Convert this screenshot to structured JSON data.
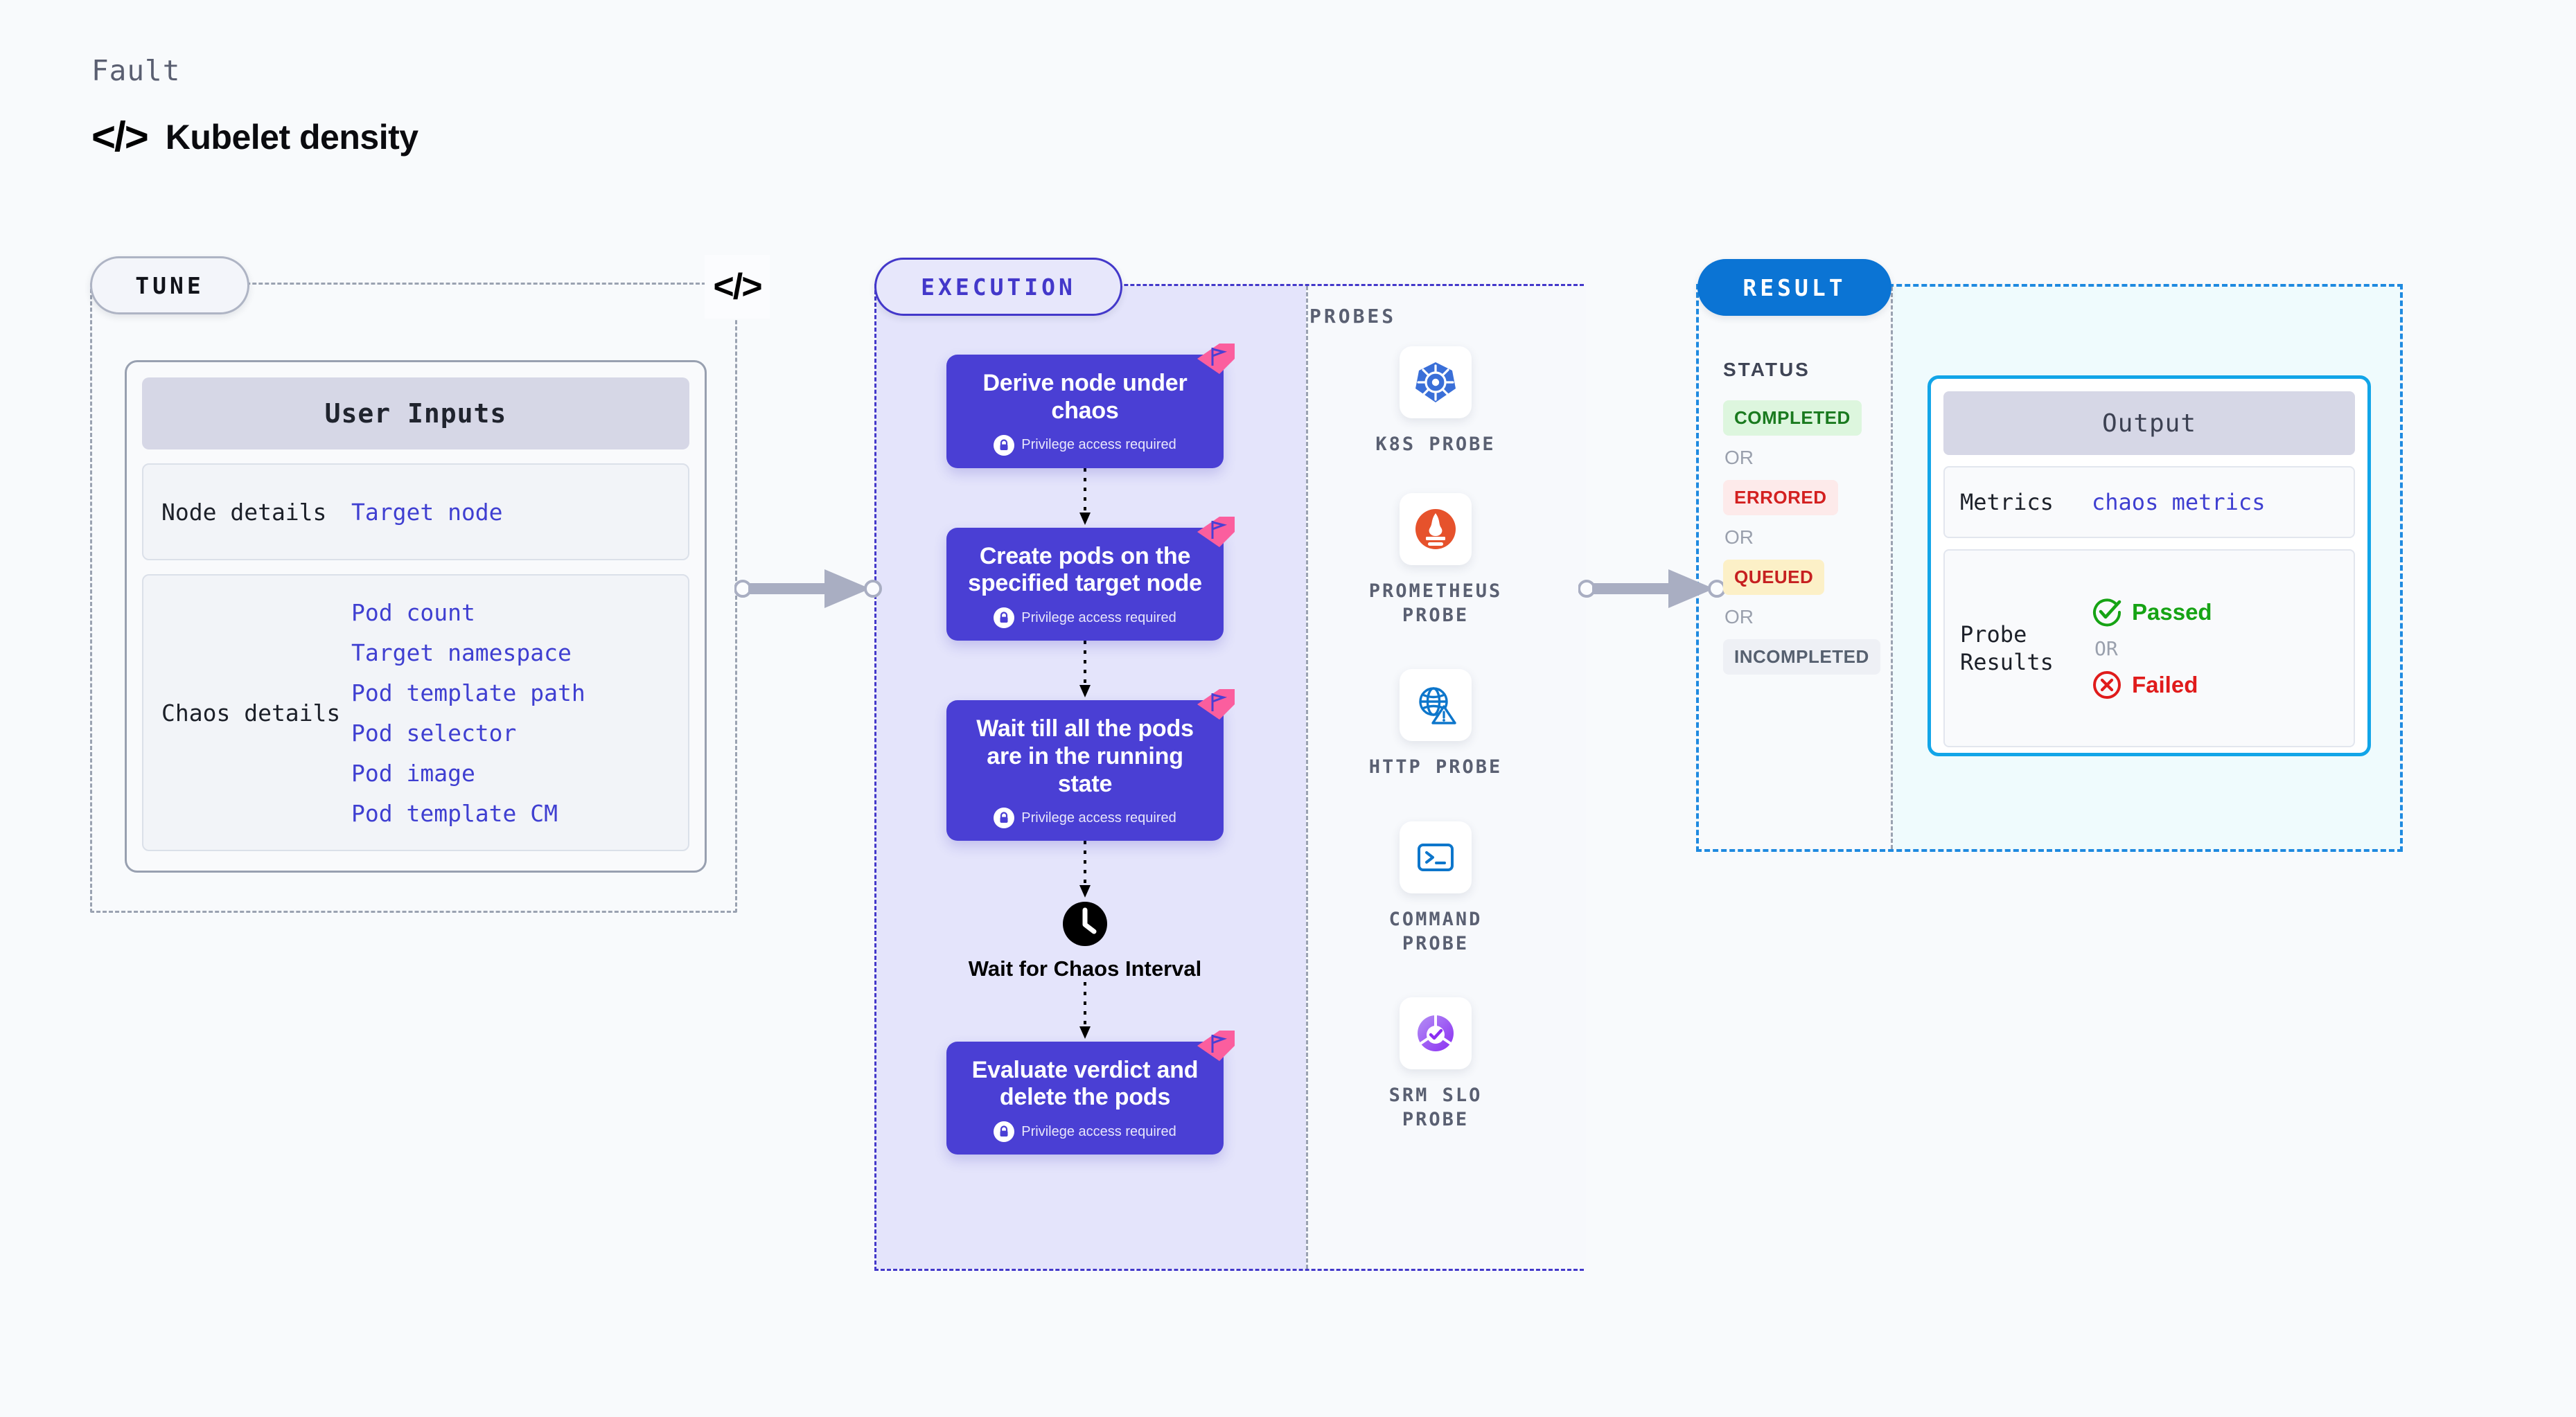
{
  "header": {
    "eyebrow": "Fault",
    "code_icon": "</>",
    "title": "Kubelet density"
  },
  "tune": {
    "pill_label": "TUNE",
    "code_icon": "</>",
    "card_title": "User Inputs",
    "rows": [
      {
        "label": "Node details",
        "values": [
          "Target node"
        ]
      },
      {
        "label": "Chaos details",
        "values": [
          "Pod count",
          "Target namespace",
          "Pod template path",
          "Pod selector",
          "Pod image",
          "Pod template CM"
        ]
      }
    ]
  },
  "execution": {
    "pill_label": "EXECUTION",
    "privilege_note": "Privilege access required",
    "nodes": [
      {
        "title": "Derive node under chaos",
        "privileged": true
      },
      {
        "title": "Create pods on the specified target node",
        "privileged": true
      },
      {
        "title": "Wait till all the pods are in the running state",
        "privileged": true
      }
    ],
    "wait_step": {
      "label": "Wait for Chaos Interval",
      "icon": "clock-icon"
    },
    "final_node": {
      "title": "Evaluate verdict and delete the pods",
      "privileged": true
    }
  },
  "probes": {
    "section_label": "PROBES",
    "items": [
      {
        "name": "K8S PROBE",
        "icon": "kubernetes-icon"
      },
      {
        "name": "PROMETHEUS PROBE",
        "icon": "prometheus-icon"
      },
      {
        "name": "HTTP PROBE",
        "icon": "globe-warning-icon"
      },
      {
        "name": "COMMAND PROBE",
        "icon": "terminal-icon"
      },
      {
        "name": "SRM SLO PROBE",
        "icon": "slo-donut-icon"
      }
    ]
  },
  "result": {
    "pill_label": "RESULT",
    "status_label": "STATUS",
    "or_label": "OR",
    "statuses": [
      {
        "label": "COMPLETED",
        "bg": "#ddf6de",
        "fg": "#1a7a1f"
      },
      {
        "label": "ERRORED",
        "bg": "#fdeaea",
        "fg": "#d32020"
      },
      {
        "label": "QUEUED",
        "bg": "#fcf0c7",
        "fg": "#c62020"
      },
      {
        "label": "INCOMPLETED",
        "bg": "#eef0f5",
        "fg": "#56606f"
      }
    ],
    "output": {
      "title": "Output",
      "metrics_label": "Metrics",
      "metrics_value": "chaos metrics",
      "probe_results_label": "Probe Results",
      "or_label": "OR",
      "passed_label": "Passed",
      "failed_label": "Failed"
    }
  },
  "colors": {
    "node_purple": "#4a3fd4",
    "exec_bg": "#e4e4fb",
    "accent_blue": "#0b74d4",
    "output_border": "#12a5e8",
    "ribbon_pink": "#fb5e9e",
    "link_indigo": "#3f3fd1"
  }
}
